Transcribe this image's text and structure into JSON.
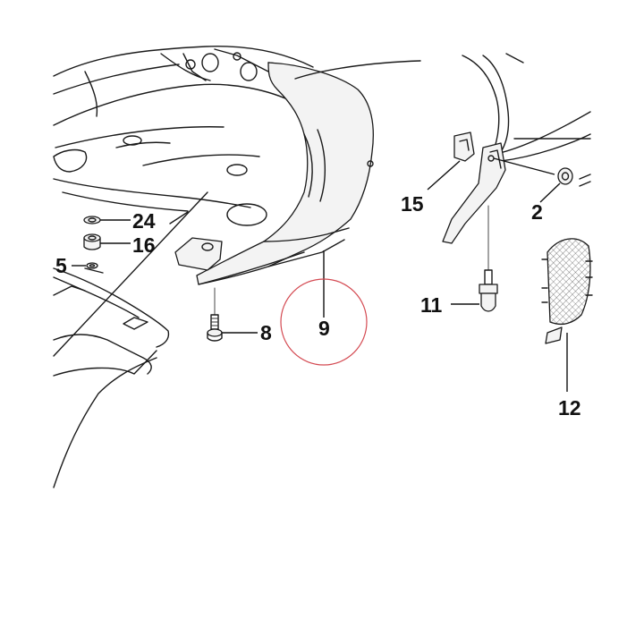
{
  "callouts": {
    "c24": "24",
    "c16": "16",
    "c5": "5",
    "c8": "8",
    "c9": "9",
    "c15": "15",
    "c2": "2",
    "c11": "11",
    "c12": "12"
  },
  "colors": {
    "line": "#1a1a1a",
    "highlight_circle": "#d44a52",
    "background": "#ffffff"
  }
}
